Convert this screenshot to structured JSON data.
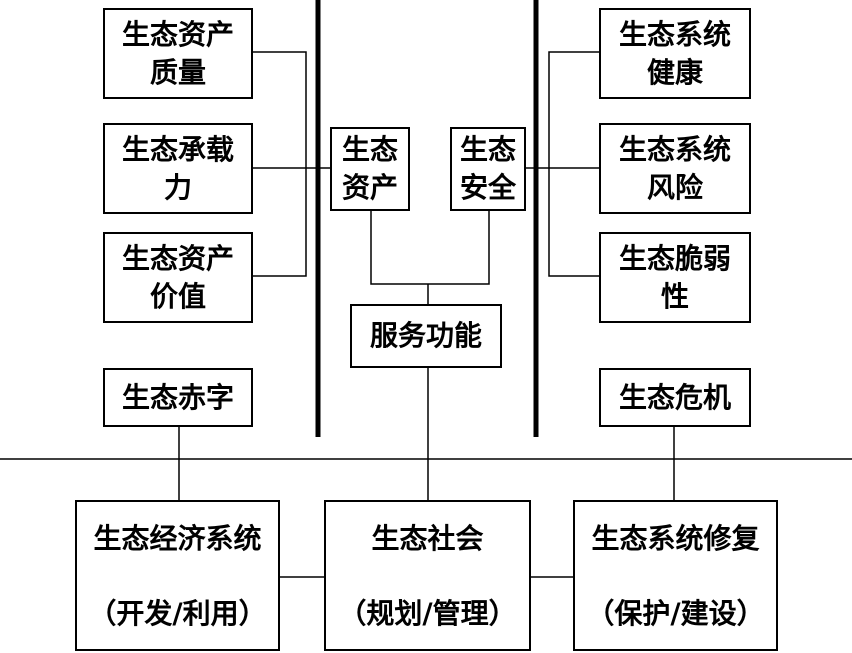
{
  "nodes": {
    "asset_quality": "生态资产\n质量",
    "carrying_capacity": "生态承载\n力",
    "asset_value": "生态资产\n价值",
    "eco_deficit": "生态赤字",
    "eco_asset": "生态\n资产",
    "eco_security": "生态\n安全",
    "service_function": "服务功能",
    "system_health": "生态系统\n健康",
    "system_risk": "生态系统\n风险",
    "vulnerability": "生态脆弱\n性",
    "eco_crisis": "生态危机",
    "economic_system": {
      "title": "生态经济系统",
      "sub": "（开发/利用）"
    },
    "eco_society": {
      "title": "生态社会",
      "sub": "（规划/管理）"
    },
    "restoration": {
      "title": "生态系统修复",
      "sub": "（保护/建设）"
    }
  }
}
